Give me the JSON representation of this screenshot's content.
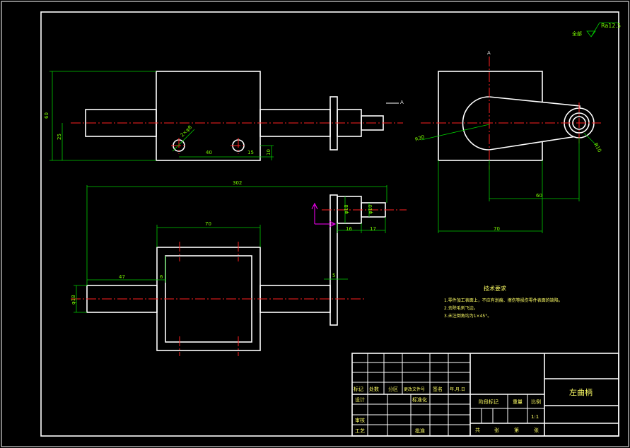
{
  "title_block": {
    "part_name": "左曲柄",
    "scale_header": "比例",
    "scale_value": "1:1",
    "weight_header": "重量",
    "stage_mark_header": "阶段标记",
    "revision_headers": [
      "标记",
      "处数",
      "分区",
      "更改文件号",
      "签名",
      "年.月.日"
    ],
    "roles": [
      "设计",
      "审核",
      "工艺"
    ],
    "standardize": "标准化",
    "approve": "批准",
    "sheet_text": [
      "共",
      "张",
      "第",
      "张"
    ]
  },
  "roughness": {
    "label": "全部",
    "value": "Ra12.5"
  },
  "notes": {
    "heading": "技术要求",
    "lines": [
      "1.零件加工表面上，不应有划痕、擦伤等损伤零件表面的缺陷。",
      "2.去除毛刺飞边。",
      "3.未注倒角均为1×45°。"
    ]
  },
  "dimensions": {
    "front_height": "60",
    "front_center": "25",
    "hole_note": "2×φ8",
    "hole_spacing": "40",
    "hole_right": "15",
    "hole_bottom": "10",
    "section_mark": "A",
    "side_mark": "A",
    "arc_radius": "R30",
    "boss_radius": "R10",
    "center_dist": "60",
    "side_width": "70",
    "total_length": "302",
    "top_width": "70",
    "shaft_len": "47",
    "step_small": "6",
    "flange": "5",
    "dia_18": "φ18",
    "dia_18_b": "φ18",
    "dia_10": "φ10",
    "len_16": "16",
    "len_17": "17"
  }
}
